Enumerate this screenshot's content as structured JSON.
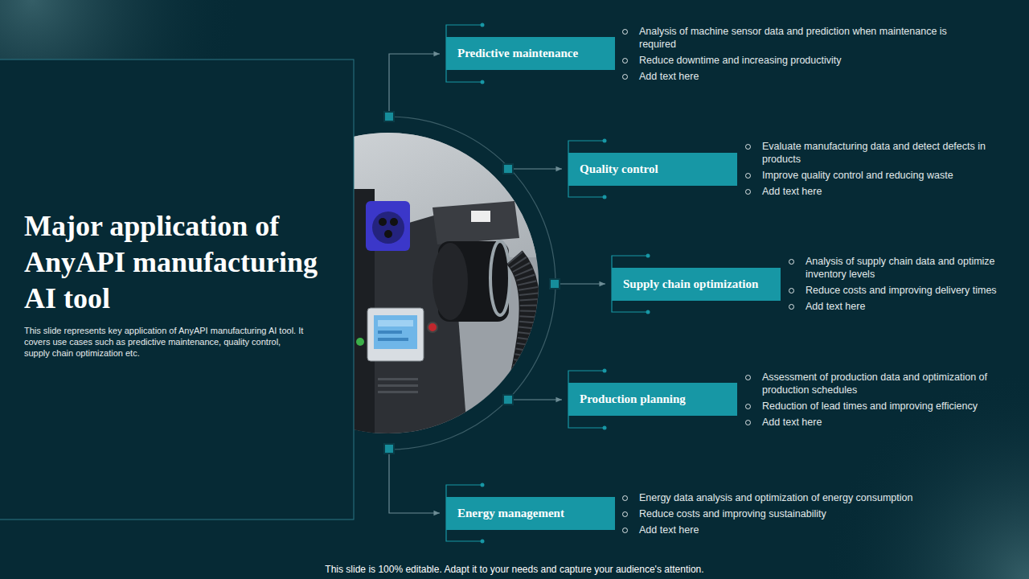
{
  "diagram": {
    "title": "Major application of AnyAPI manufacturing AI tool",
    "caption": "This slide represents key application of AnyAPI manufacturing AI tool. It covers use cases such as predictive maintenance, quality control, supply chain optimization etc.",
    "nodes": [
      {
        "text": [
          "Predictive maintenance"
        ]
      },
      {
        "text": [
          "Quality control"
        ]
      },
      {
        "text": [
          "Supply chain optimization"
        ]
      },
      {
        "text": [
          "Production planning"
        ]
      },
      {
        "text": [
          "Energy management"
        ]
      }
    ],
    "labels": [
      "Analysis of machine sensor data and prediction when maintenance is required",
      "Reduce downtime and increasing productivity",
      "Add text here",
      "Evaluate manufacturing data and detect defects in products",
      "Improve quality control and reducing waste",
      "Add text here",
      "Analysis of supply chain data and optimize inventory levels",
      "Reduce costs and improving delivery times",
      "Add text here",
      "Assessment of production data and optimization of production schedules",
      "Reduction of lead times and improving efficiency",
      "Add text here",
      "Energy data analysis and optimization of energy consumption",
      "Reduce costs and improving sustainability",
      "Add text here",
      "This slide is 100% editable. Adapt it to your needs and capture your audience's attention."
    ]
  }
}
